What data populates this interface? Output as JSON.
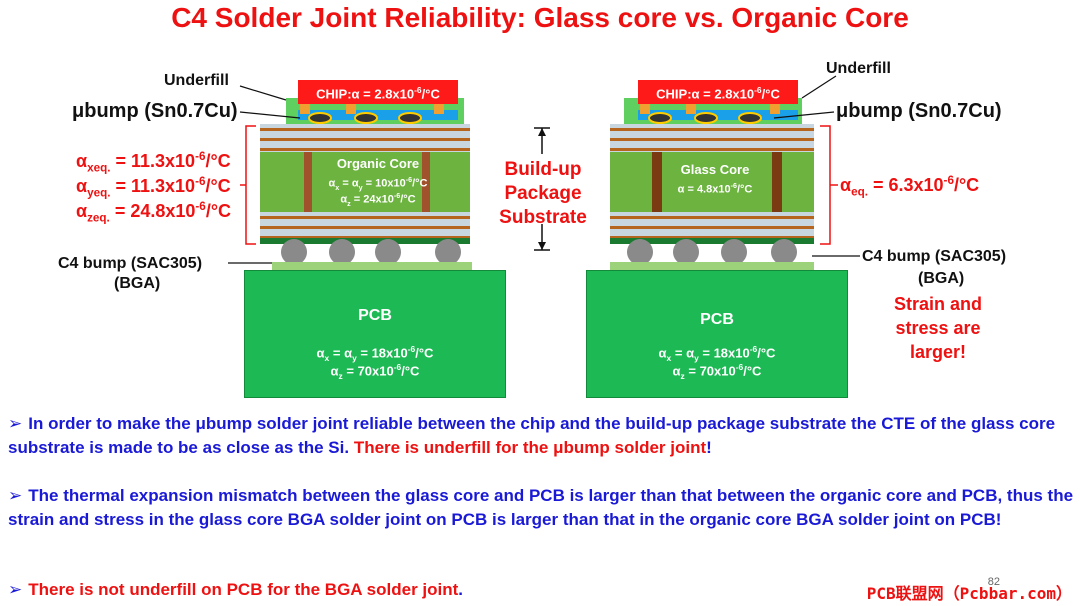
{
  "title": "C4 Solder Joint Reliability: Glass core vs. Organic Core",
  "left": {
    "underfill": "Underfill",
    "ubump": "μbump (Sn0.7Cu)",
    "chip_prefix": "CHIP:α = 2.8x10",
    "chip_exp": "-6",
    "chip_unit": "/°C",
    "core_name": "Organic Core",
    "core_line1_a": "α",
    "core_line1_sub1": "x",
    "core_line1_mid": " = α",
    "core_line1_sub2": "y",
    "core_line1_val": " = 10x10",
    "core_line1_exp": "-6",
    "core_line1_unit": "/°C",
    "core_line2_a": "α",
    "core_line2_sub": "z",
    "core_line2_val": " = 24x10",
    "core_line2_exp": "-6",
    "core_line2_unit": "/°C",
    "alpha_x_sub": "xeq.",
    "alpha_x_val": " = 11.3x10",
    "alpha_y_sub": "yeq.",
    "alpha_y_val": " = 11.3x10",
    "alpha_z_sub": "zeq.",
    "alpha_z_val": " = 24.8x10",
    "alpha_exp": "-6",
    "alpha_unit": "/°C",
    "c4_line1": "C4 bump (SAC305)",
    "c4_line2": "(BGA)",
    "pcb_title": "PCB",
    "pcb_line1_a": "α",
    "pcb_line1_sub1": "x",
    "pcb_line1_mid": " = α",
    "pcb_line1_sub2": "y",
    "pcb_line1_val": " = 18x10",
    "pcb_line1_exp": "-6",
    "pcb_line1_unit": "/°C",
    "pcb_line2_a": "α",
    "pcb_line2_sub": "z",
    "pcb_line2_val": " = 70x10",
    "pcb_line2_exp": "-6",
    "pcb_line2_unit": "/°C"
  },
  "right": {
    "underfill": "Underfill",
    "ubump": "μbump (Sn0.7Cu)",
    "chip_prefix": "CHIP:α = 2.8x10",
    "chip_exp": "-6",
    "chip_unit": "/°C",
    "core_name": "Glass Core",
    "core_line1_a": "α = 4.8x10",
    "core_line1_exp": "-6",
    "core_line1_unit": "/°C",
    "alpha_sub": "eq.",
    "alpha_val": " = 6.3x10",
    "alpha_exp": "-6",
    "alpha_unit": "/°C",
    "c4_line1": "C4 bump (SAC305)",
    "c4_line2": "(BGA)",
    "strain_line1": "Strain and",
    "strain_line2": "stress are",
    "strain_line3": "larger!",
    "pcb_title": "PCB",
    "pcb_line1_a": "α",
    "pcb_line1_sub1": "x",
    "pcb_line1_mid": " = α",
    "pcb_line1_sub2": "y",
    "pcb_line1_val": " = 18x10",
    "pcb_line1_exp": "-6",
    "pcb_line1_unit": "/°C",
    "pcb_line2_a": "α",
    "pcb_line2_sub": "z",
    "pcb_line2_val": " = 70x10",
    "pcb_line2_exp": "-6",
    "pcb_line2_unit": "/°C"
  },
  "center": {
    "line1": "Build-up",
    "line2": "Package",
    "line3": "Substrate"
  },
  "bullets": {
    "b1_blue": "In order to make the μbump solder joint reliable between the chip and the build-up package substrate the CTE of the glass core substrate is made to be as close as the Si. ",
    "b1_red": "There is underfill for the μbump solder joint",
    "b1_end": "!",
    "b2": "The thermal expansion mismatch between the glass core and PCB is larger than that between the organic core and PCB, thus the strain and stress in the glass core BGA solder joint on PCB is larger than that in the organic core BGA solder joint on PCB!",
    "b3_red": "There is not underfill on PCB for the BGA solder joint",
    "b3_end": "."
  },
  "arrow_glyph": "➢",
  "page_number": "82",
  "footer": "PCB联盟网（Pcbbar.com）",
  "colors": {
    "title": "#ee1111",
    "bullet_blue": "#1a1ad6",
    "pcb_green": "#1db954",
    "core_green": "#6cb33f",
    "chip_red": "#ff1a1a"
  }
}
